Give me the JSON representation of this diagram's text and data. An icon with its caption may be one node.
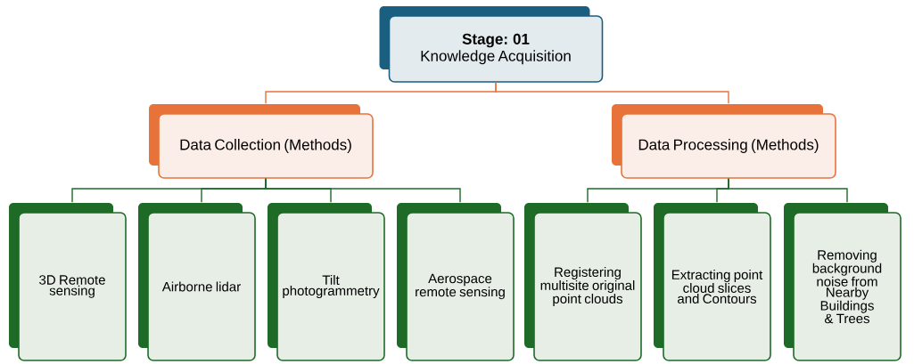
{
  "diagram": {
    "nodes": [
      {
        "text": [
          "Stage: 01",
          "Knowledge Acquisition"
        ]
      },
      {
        "text": [
          "Data Collection (Methods)"
        ]
      },
      {
        "text": [
          "Data Processing (Methods)"
        ]
      },
      {
        "text": [
          "3D Remote sensing"
        ]
      },
      {
        "text": [
          "Airborne lidar"
        ]
      },
      {
        "text": [
          "Tilt photogrammetry"
        ]
      },
      {
        "text": [
          "Aerospace remote sensing"
        ]
      },
      {
        "text": [
          "Registering multisite original point clouds"
        ]
      },
      {
        "text": [
          "Extracting point cloud slices and Contours"
        ]
      },
      {
        "text": [
          "Removing background noise from Nearby Buildings & Trees"
        ]
      }
    ],
    "edges": [
      {
        "from": 0,
        "to": 1,
        "arrow": "none",
        "color": "#e8733a"
      },
      {
        "from": 0,
        "to": 2,
        "arrow": "none",
        "color": "#e8733a"
      },
      {
        "from": 1,
        "to": 3,
        "arrow": "none"
      },
      {
        "from": 1,
        "to": 4,
        "arrow": "none"
      },
      {
        "from": 1,
        "to": 5,
        "arrow": "none"
      },
      {
        "from": 1,
        "to": 6,
        "arrow": "none"
      },
      {
        "from": 2,
        "to": 7,
        "arrow": "none"
      },
      {
        "from": 2,
        "to": 8,
        "arrow": "none"
      },
      {
        "from": 2,
        "to": 9,
        "arrow": "none"
      }
    ]
  }
}
